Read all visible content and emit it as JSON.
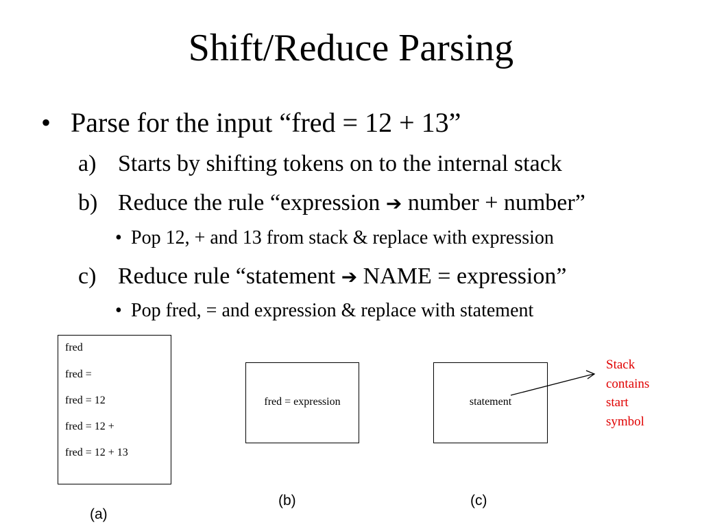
{
  "title": "Shift/Reduce Parsing",
  "bullet": {
    "marker": "•",
    "text": "Parse for the input “fred = 12 + 13”"
  },
  "steps": [
    {
      "marker": "a)",
      "text": "Starts by shifting tokens on to the internal stack"
    },
    {
      "marker": "b)",
      "text_before": "Reduce the rule “expression",
      "arrow": "➔",
      "text_after": "number + number”"
    },
    {
      "marker": "c)",
      "text_before": "Reduce rule “statement",
      "arrow": "➔",
      "text_after": "NAME = expression”"
    }
  ],
  "subbullets": [
    {
      "marker": "•",
      "text": "Pop 12, + and 13 from stack & replace with expression"
    },
    {
      "marker": "•",
      "text": "Pop fred, = and expression & replace with statement"
    }
  ],
  "diagram": {
    "stack_a": [
      "fred",
      "fred =",
      "fred = 12",
      "fred = 12 +",
      "fred = 12 + 13"
    ],
    "stack_b": "fred = expression",
    "stack_c": "statement",
    "note_lines": [
      "Stack",
      "contains",
      "start",
      "symbol"
    ],
    "caption_a": "(a)",
    "caption_b": "(b)",
    "caption_c": "(c)",
    "note_color": "#e00000"
  }
}
